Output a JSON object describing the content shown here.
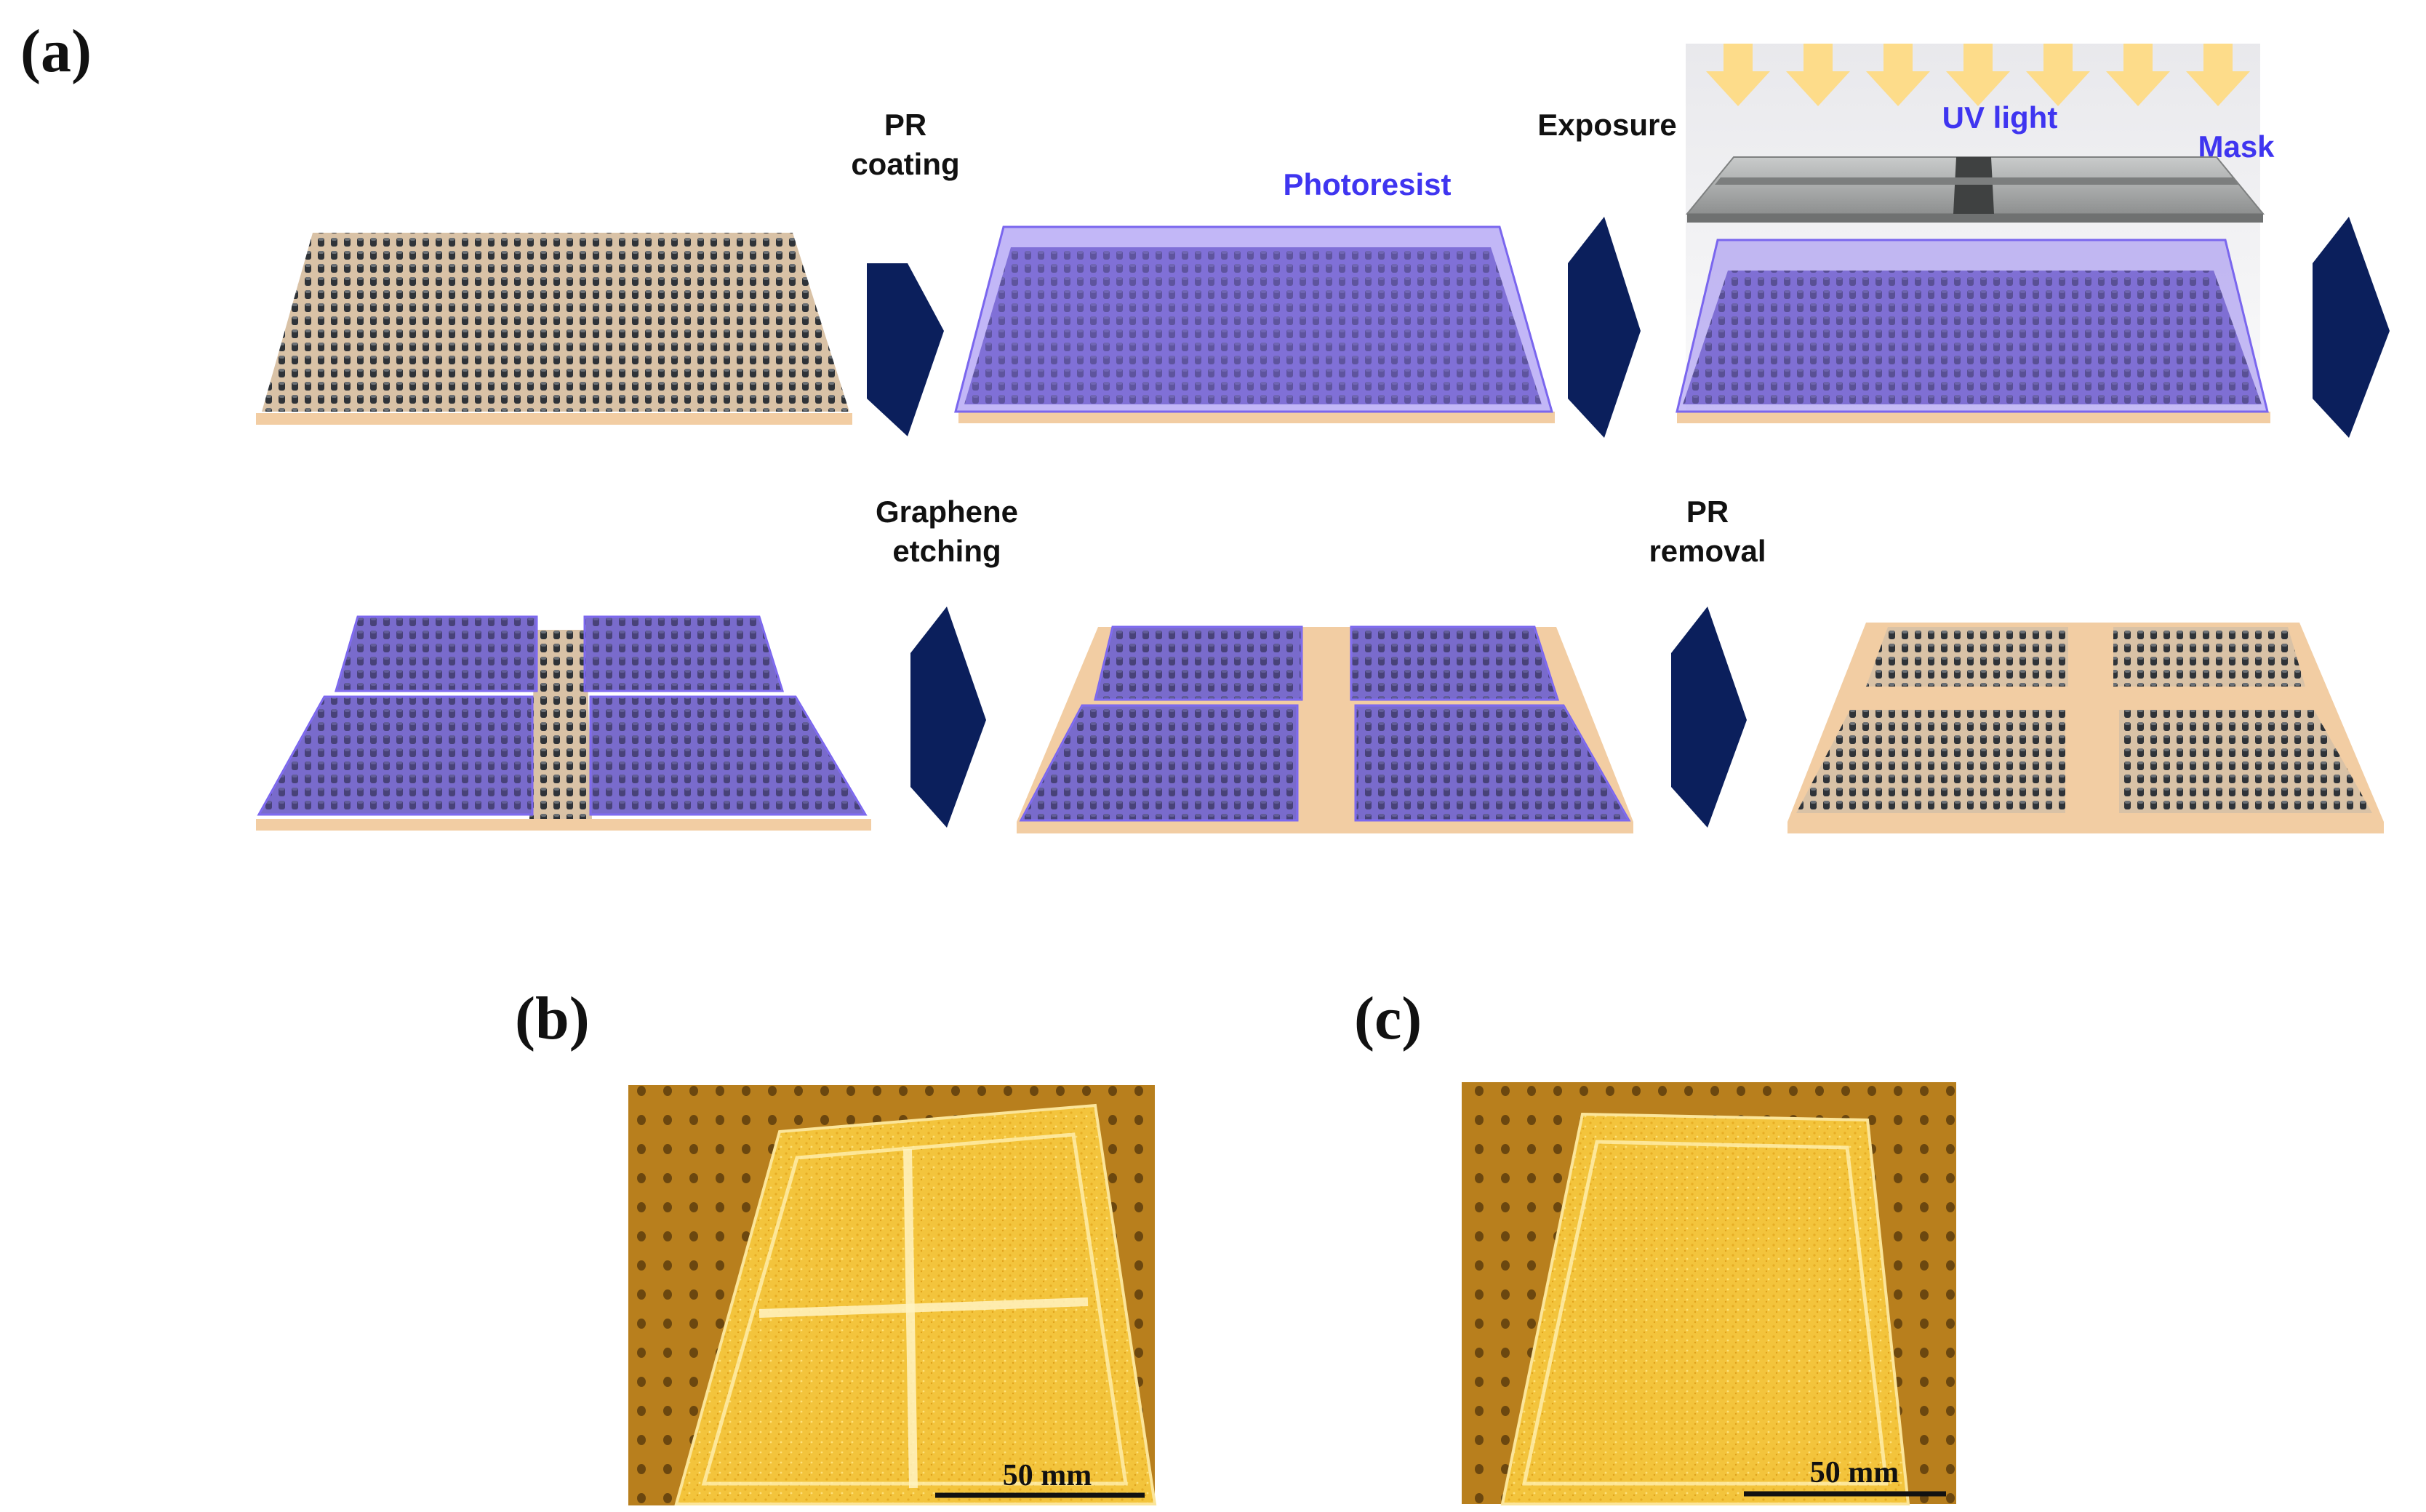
{
  "panels": {
    "a": "(a)",
    "b": "(b)",
    "c": "(c)"
  },
  "steps": {
    "pr_coating": [
      "PR",
      "coating"
    ],
    "exposure": "Exposure",
    "graphene_etching": [
      "Graphene",
      "etching"
    ],
    "pr_removal": [
      "PR",
      "removal"
    ]
  },
  "labels": {
    "photoresist": "Photoresist",
    "uv_light": "UV light",
    "mask": "Mask"
  },
  "photos": {
    "b_scale": "50 mm",
    "c_scale": "50 mm"
  },
  "colors": {
    "substrate": "#f2cda3",
    "photoresist": "#8f7cf0",
    "arrow": "#0b1f5c",
    "uv_arrow": "#fddc8a",
    "label_blue": "#3f35f0",
    "pillar": "#2f3338",
    "photo_bg": "#a9721a",
    "photo_sheet": "#f2c13a"
  }
}
